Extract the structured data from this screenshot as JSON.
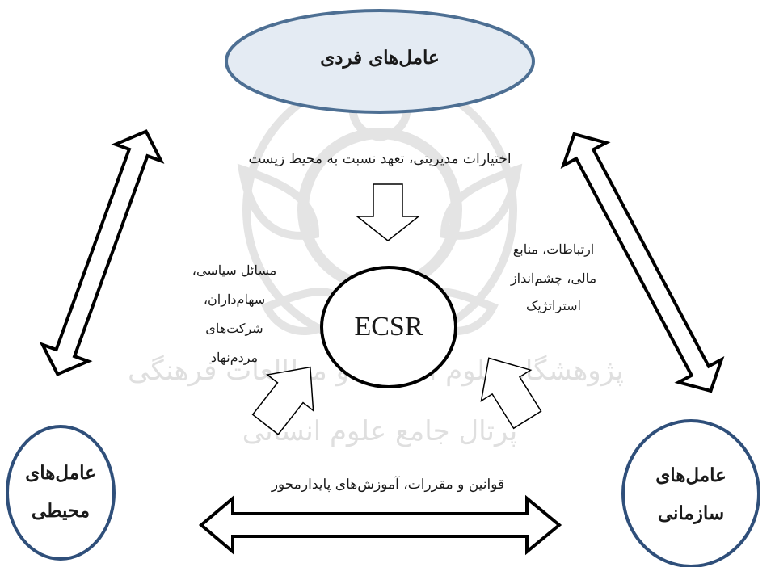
{
  "nodes": {
    "individual": {
      "title": "عامل‌های فردی"
    },
    "environmental": {
      "line1": "عامل‌های",
      "line2": "محیطی"
    },
    "organizational": {
      "line1": "عامل‌های",
      "line2": "سازمانی"
    },
    "center": {
      "title": "ECSR"
    }
  },
  "labels": {
    "individual_factors": "اختیارات مدیریتی، تعهد نسبت به محیط زیست",
    "organizational_factors": [
      "ارتباطات، منابع",
      "مالی، چشم‌انداز",
      "استراتژیک"
    ],
    "environmental_factors": [
      "مسائل سیاسی،",
      "سهام‌داران،",
      "شرکت‌های",
      "مردم‌نهاد"
    ],
    "bottom_link": "قوانین و مقررات، آموزش‌های پایدارمحور"
  },
  "colors": {
    "outer_ellipse_fill": "#e4ebf3",
    "outer_ellipse_stroke": "#4d6f93",
    "node_stroke": "#2f4f7a",
    "center_stroke": "#000000",
    "arrow_stroke": "#000000",
    "watermark": "#c9c9c9"
  },
  "icons": {
    "watermark": "university-seal-watermark",
    "double_arrows": "double-arrow-icon",
    "single_arrows": "block-arrow-icon"
  }
}
